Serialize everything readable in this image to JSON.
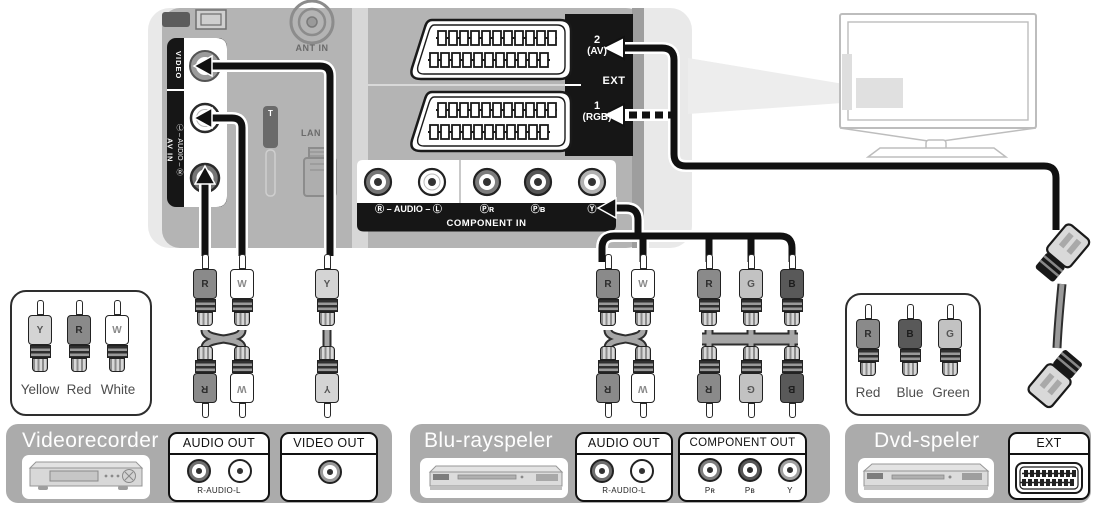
{
  "panel": {
    "ant_label": "ANT IN",
    "lan_label": "LAN",
    "tab_label": "T",
    "av_in": {
      "group": "AV IN",
      "video": "VIDEO",
      "audio": "Ⓛ – AUDIO – Ⓡ"
    },
    "ext": {
      "label": "EXT",
      "scart2_num": "2",
      "scart2_mode": "(AV)",
      "scart1_num": "1",
      "scart1_mode": "(RGB)"
    },
    "component": {
      "audio": "Ⓡ – AUDIO – Ⓛ",
      "pr": "Ⓟʀ",
      "pb": "Ⓟʙ",
      "y": "Ⓨ",
      "group": "COMPONENT IN"
    }
  },
  "cables": {
    "av_audio": {
      "top": [
        "R",
        "W"
      ],
      "bottom": [
        "R",
        "W"
      ]
    },
    "av_video": {
      "top": "Y",
      "bottom": "Y"
    },
    "br_audio": {
      "top": [
        "R",
        "W"
      ],
      "bottom": [
        "R",
        "W"
      ]
    },
    "br_component": {
      "top": [
        "R",
        "G",
        "B"
      ],
      "bottom": [
        "R",
        "G",
        "B"
      ]
    }
  },
  "legend_left": {
    "plugs": [
      "Y",
      "R",
      "W"
    ],
    "labels": [
      "Yellow",
      "Red",
      "White"
    ]
  },
  "legend_right": {
    "plugs": [
      "R",
      "B",
      "G"
    ],
    "labels": [
      "Red",
      "Blue",
      "Green"
    ]
  },
  "devices": {
    "vcr": {
      "title": "Videorecorder",
      "audio_header": "AUDIO OUT",
      "audio_sub": "R-AUDIO-L",
      "video_header": "VIDEO OUT"
    },
    "bluray": {
      "title": "Blu-rayspeler",
      "audio_header": "AUDIO OUT",
      "audio_sub": "R-AUDIO-L",
      "comp_header": "COMPONENT OUT",
      "comp_labels": [
        "Pʀ",
        "Pʙ",
        "Y"
      ]
    },
    "dvd": {
      "title": "Dvd-speler",
      "ext_header": "EXT"
    }
  },
  "colors": {
    "panel_shell": "#e9e9e9",
    "panel_inner": "#b4b4b4",
    "strip_black": "#161616",
    "device_gray": "#ababab",
    "cable_black": "#111111",
    "cable_gray": "#a6a6a6"
  }
}
